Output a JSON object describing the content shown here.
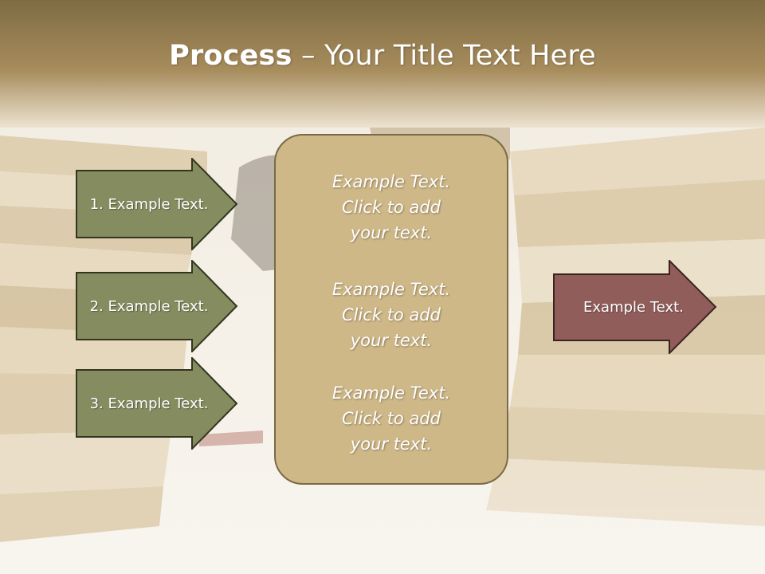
{
  "title": {
    "bold": "Process",
    "rest": " – Your Title Text Here"
  },
  "left_arrows": [
    {
      "label": "1. Example Text."
    },
    {
      "label": "2. Example Text."
    },
    {
      "label": "3. Example Text."
    }
  ],
  "center_box": {
    "blocks": [
      {
        "line1": "Example Text.",
        "line2": "Click  to add",
        "line3": "your text."
      },
      {
        "line1": "Example Text.",
        "line2": "Click  to add",
        "line3": "your text."
      },
      {
        "line1": "Example Text.",
        "line2": "Click  to add",
        "line3": "your text."
      }
    ]
  },
  "right_arrow": {
    "label": "Example Text."
  },
  "colors": {
    "left_arrow_fill": "#858c5f",
    "right_arrow_fill": "#915d5b",
    "center_box_fill": "#cfb888",
    "header_band": "#8a7649"
  }
}
